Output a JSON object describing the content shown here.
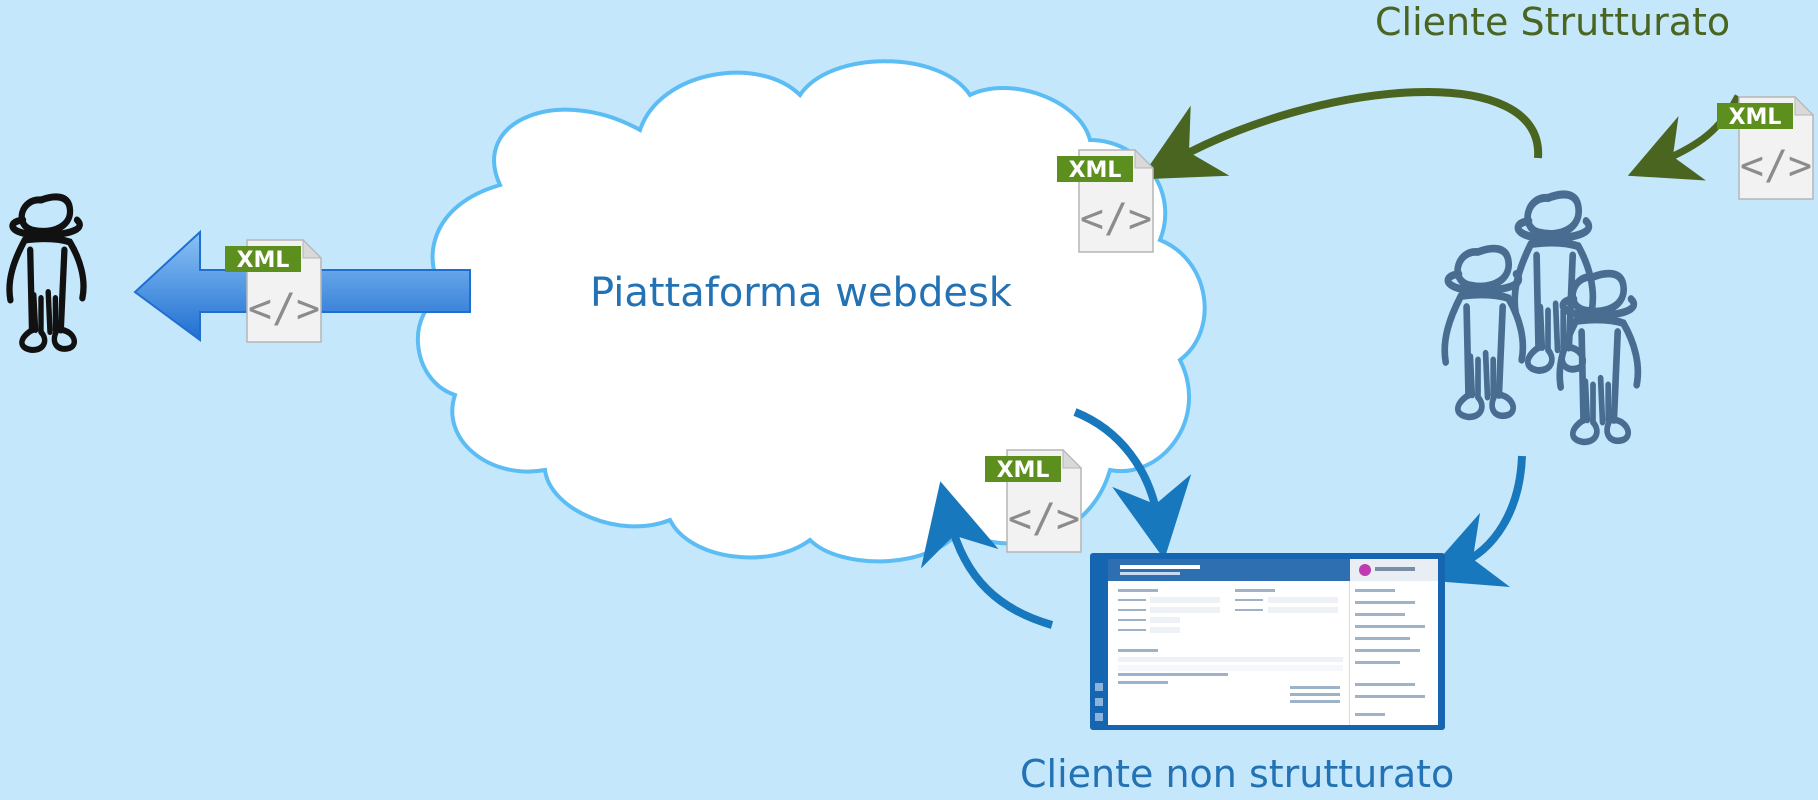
{
  "cloud": {
    "label": "Piattaforma webdesk"
  },
  "structured_client": {
    "label": "Cliente Strutturato"
  },
  "unstructured_client": {
    "label": "Cliente non strutturato"
  },
  "xml_badge": {
    "text": "XML",
    "code": "</>"
  },
  "colors": {
    "background": "#c5e7fb",
    "cloud_fill": "#ffffff",
    "cloud_stroke": "#5bbdf4",
    "green_arrow": "#4a651f",
    "blue_arrow": "#1878bd",
    "left_arrow_light": "#7ab6f2",
    "left_arrow_dark": "#1f6fd1",
    "person_group": "#486d91",
    "person_single": "#111111",
    "xml_badge_green": "#5d8f1e"
  },
  "icons": [
    "person-icon",
    "person-group-icon",
    "xml-file-icon",
    "application-screenshot"
  ]
}
